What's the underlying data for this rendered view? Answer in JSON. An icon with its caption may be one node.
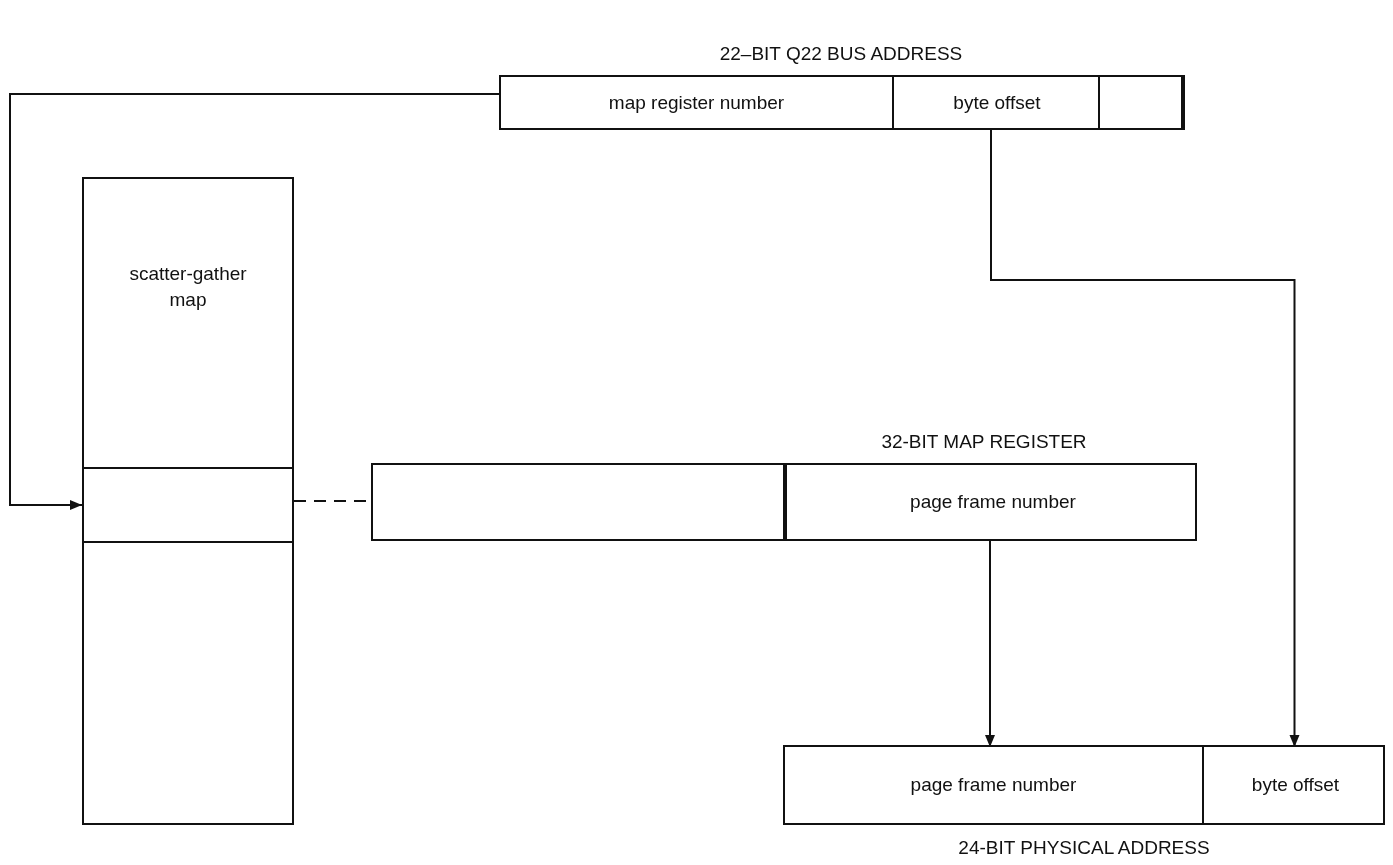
{
  "diagram": {
    "nodes": [
      {
        "text": [
          "22–BIT Q22 BUS ADDRESS"
        ]
      },
      {
        "text": [
          "map register number"
        ],
        "in": 0
      },
      {
        "text": [
          "byte offset"
        ],
        "in": 0
      },
      {
        "text": [],
        "shape": "box",
        "in": 0
      },
      {
        "text": [
          "scatter-gather map"
        ]
      },
      {
        "text": [],
        "shape": "box",
        "in": 4
      },
      {
        "text": [
          "32-BIT MAP REGISTER"
        ]
      },
      {
        "text": [],
        "shape": "box",
        "in": 6
      },
      {
        "text": [
          "page frame number"
        ],
        "in": 6
      },
      {
        "text": [
          "24-BIT PHYSICAL ADDRESS"
        ]
      },
      {
        "text": [
          "page frame number"
        ],
        "in": 9
      },
      {
        "text": [
          "byte offset"
        ],
        "in": 9
      }
    ],
    "edges": [
      {
        "from": 1,
        "to": 5,
        "arrow": "to"
      },
      {
        "from": 5,
        "to": 7,
        "arrow": "none",
        "style": "dashed"
      },
      {
        "from": 8,
        "to": 10,
        "arrow": "to"
      },
      {
        "from": 2,
        "to": 11,
        "arrow": "to"
      }
    ]
  }
}
